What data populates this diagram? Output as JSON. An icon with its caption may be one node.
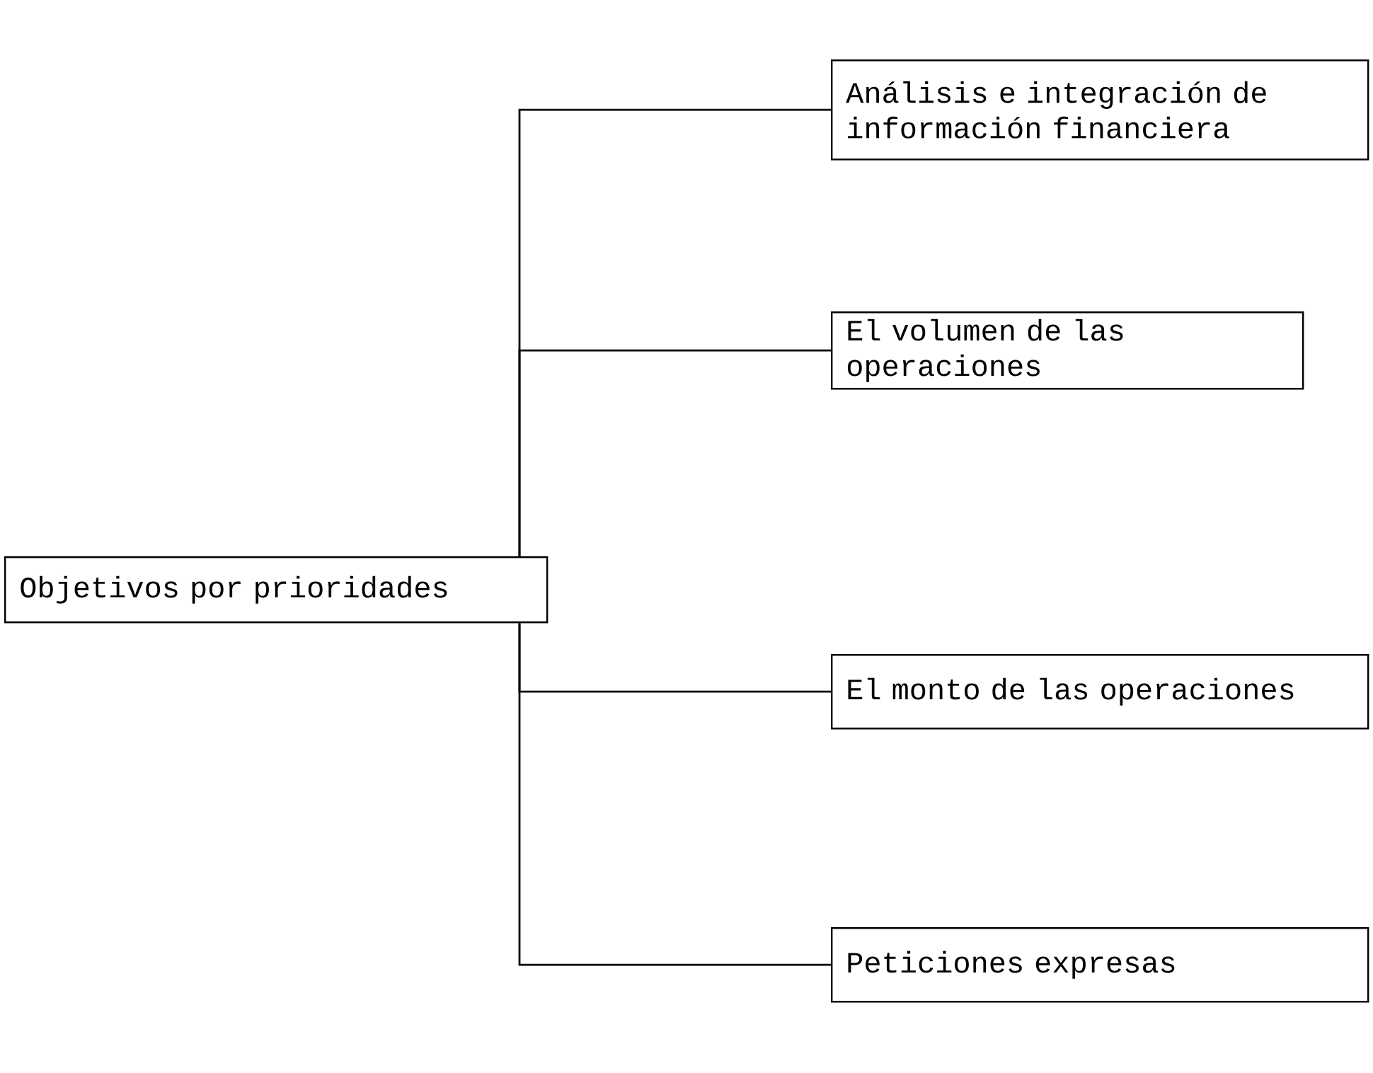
{
  "diagram": {
    "nodes": [
      {
        "text": [
          "Objetivos por prioridades"
        ]
      },
      {
        "text": [
          "Análisis e integración de información financiera"
        ]
      },
      {
        "text": [
          "El volumen de las operaciones"
        ]
      },
      {
        "text": [
          "El monto de las operaciones"
        ]
      },
      {
        "text": [
          "Peticiones expresas"
        ]
      }
    ],
    "edges": [
      {
        "from": 0,
        "to": 1,
        "arrow": "none"
      },
      {
        "from": 0,
        "to": 2,
        "arrow": "none"
      },
      {
        "from": 0,
        "to": 3,
        "arrow": "none"
      },
      {
        "from": 0,
        "to": 4,
        "arrow": "none"
      }
    ]
  }
}
